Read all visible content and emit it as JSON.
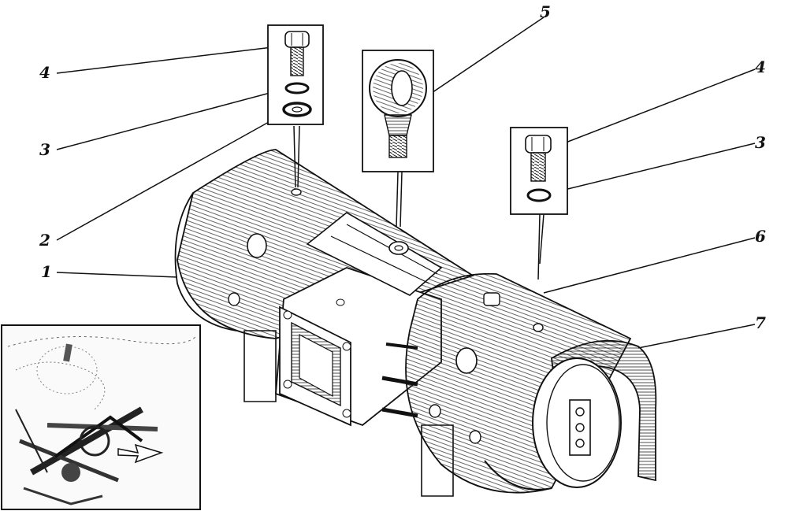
{
  "callouts": {
    "c1": "1",
    "c2": "2",
    "c3_left": "3",
    "c4_left": "4",
    "c5": "5",
    "c4_right": "4",
    "c3_right": "3",
    "c6": "6",
    "c7": "7"
  },
  "colors": {
    "ink": "#111111",
    "paper": "#ffffff"
  }
}
